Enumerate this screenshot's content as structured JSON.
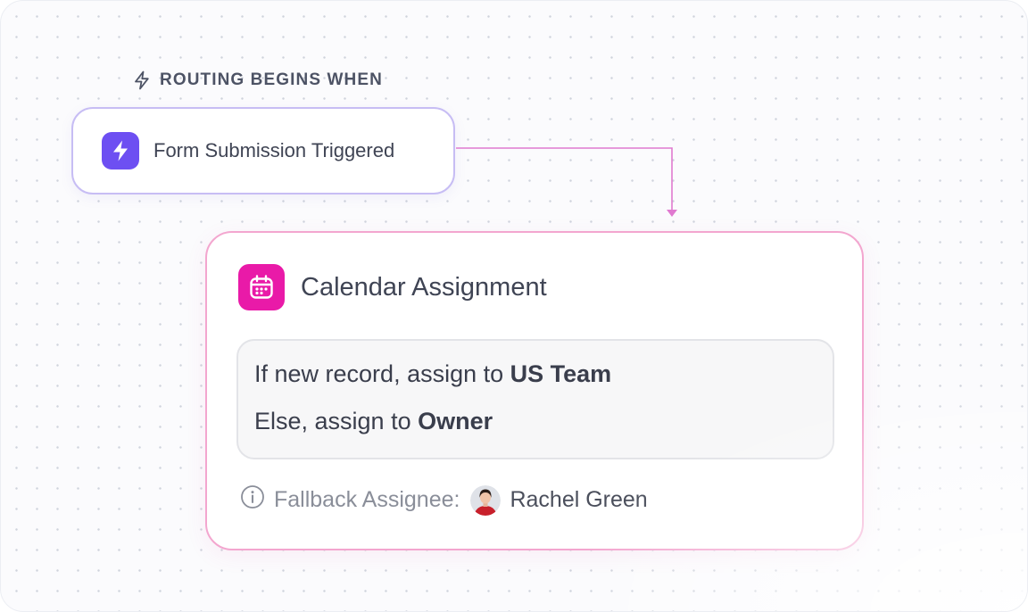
{
  "trigger": {
    "section_label": "ROUTING BEGINS WHEN",
    "card_text": "Form Submission Triggered",
    "accent_color": "#6d4ff2",
    "icon": "lightning-bolt-icon"
  },
  "assignment": {
    "title": "Calendar Assignment",
    "accent_color": "#e91aa8",
    "icon": "calendar-icon",
    "rules": [
      {
        "prefix": "If new record, assign to ",
        "target": "US Team"
      },
      {
        "prefix": "Else, assign to ",
        "target": "Owner"
      }
    ],
    "fallback": {
      "label": "Fallback Assignee:",
      "name": "Rachel Green",
      "icon": "info-icon"
    }
  },
  "connector_color": "#e07ad0"
}
